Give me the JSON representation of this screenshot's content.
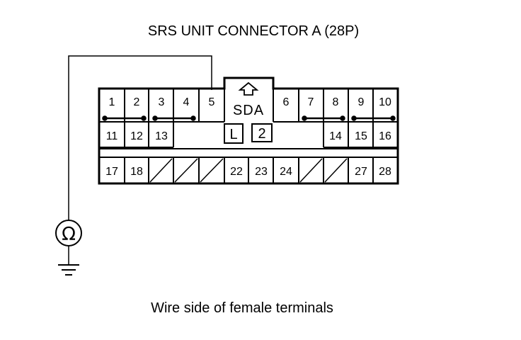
{
  "title": "SRS UNIT CONNECTOR A (28P)",
  "caption": "Wire side of female terminals",
  "connector": {
    "label": "SDA",
    "markers": [
      "L",
      "2"
    ],
    "row1_pins": [
      "1",
      "2",
      "3",
      "4",
      "5",
      "6",
      "7",
      "8",
      "9",
      "10"
    ],
    "row2_pins": [
      "11",
      "12",
      "13",
      "14",
      "15",
      "16"
    ],
    "row3_pins": [
      "17",
      "18",
      "22",
      "23",
      "24",
      "27",
      "28"
    ],
    "row3_empty_count": 5
  },
  "meter": {
    "symbol": "Ω"
  },
  "icons": [
    "up-arrow-icon",
    "ohmmeter-icon",
    "ground-icon"
  ]
}
